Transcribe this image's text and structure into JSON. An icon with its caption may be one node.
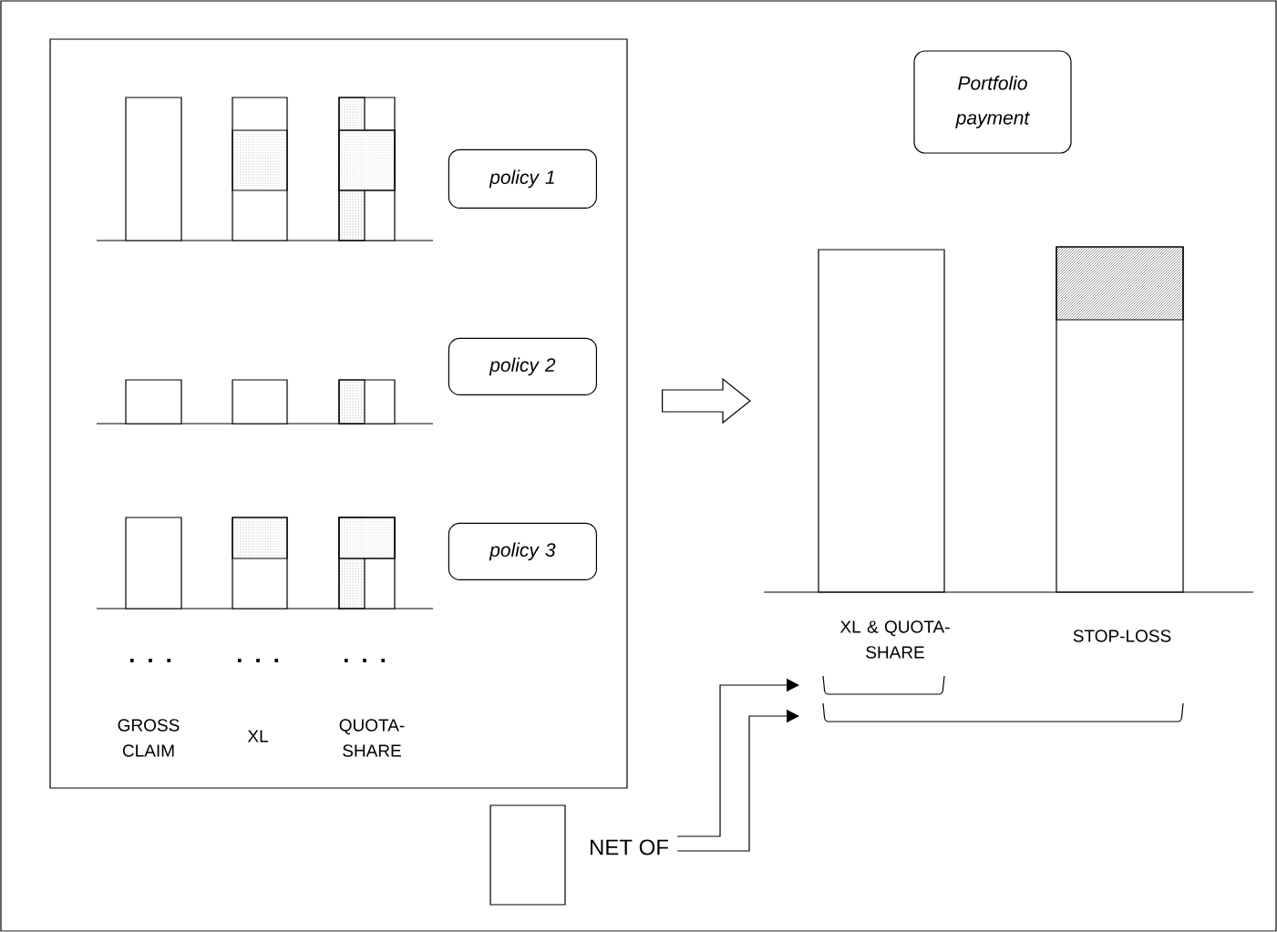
{
  "diagram": {
    "nodes": [
      {
        "text": [],
        "shape": "box"
      },
      {
        "text": [
          "policy 1"
        ],
        "in": 0
      },
      {
        "text": [
          "policy 2"
        ],
        "in": 0
      },
      {
        "text": [
          "policy 3"
        ],
        "in": 0
      },
      {
        "text": [
          "Portfolio payment"
        ]
      },
      {
        "text": [],
        "shape": "box"
      },
      {
        "text": [
          "NET OF"
        ]
      }
    ],
    "edges": [
      {
        "from": 0,
        "to": null,
        "arrow": "to"
      },
      {
        "from": 6,
        "to": null,
        "arrow": "to"
      },
      {
        "from": 6,
        "to": null,
        "arrow": "to"
      }
    ],
    "labels": [
      "GROSS CLAIM",
      "XL",
      "QUOTA-SHARE",
      "XL & QUOTA-SHARE",
      "STOP-LOSS",
      ". . .",
      ". . .",
      ". . ."
    ]
  }
}
